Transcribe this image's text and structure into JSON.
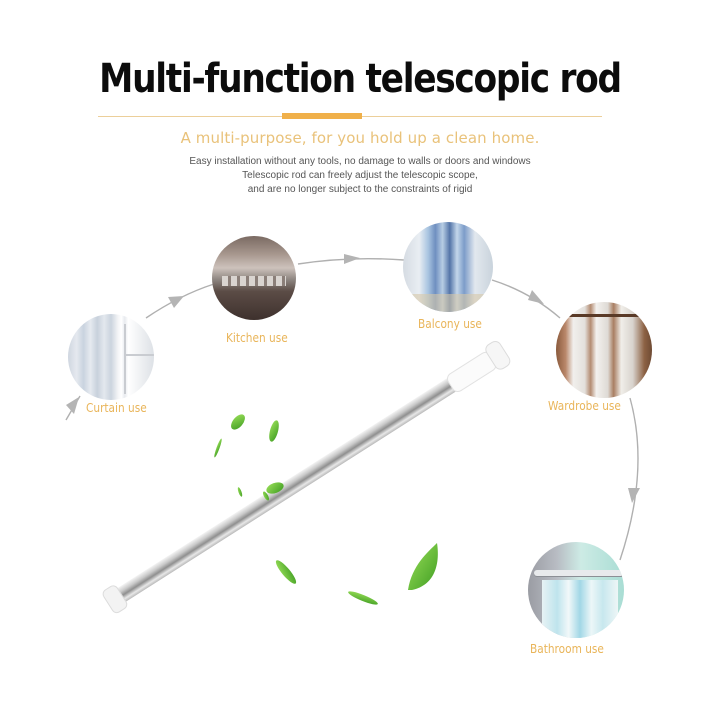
{
  "header": {
    "title": "Multi-function telescopic rod",
    "subtitle": "A multi-purpose, for you hold up a clean home.",
    "description": [
      "Easy installation without any tools, no damage to walls or doors and windows",
      "Telescopic rod can freely adjust the telescopic scope,",
      "and are no longer subject to the constraints of rigid"
    ]
  },
  "colors": {
    "accent": "#f0b04a",
    "accent_line": "#eccf9a",
    "subtitle": "#e9c27a",
    "label": "#e9b55a",
    "title": "#0c0c0c",
    "leaf": "#6cc33a",
    "arrow": "#a9a9a9"
  },
  "uses": [
    {
      "id": "curtain",
      "label": "Curtain use",
      "icon": "curtain-photo"
    },
    {
      "id": "kitchen",
      "label": "Kitchen use",
      "icon": "kitchen-photo"
    },
    {
      "id": "balcony",
      "label": "Balcony use",
      "icon": "balcony-photo"
    },
    {
      "id": "wardrobe",
      "label": "Wardrobe use",
      "icon": "wardrobe-photo"
    },
    {
      "id": "bathroom",
      "label": "Bathroom use",
      "icon": "bathroom-photo"
    }
  ],
  "product": {
    "name": "telescopic-rod",
    "decoration": "green-leaves"
  }
}
